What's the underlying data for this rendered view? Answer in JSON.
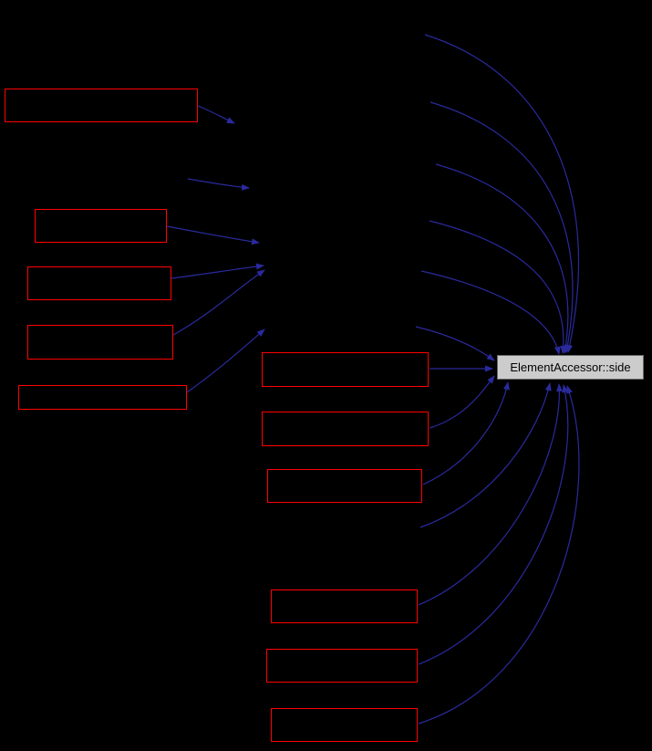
{
  "diagram": {
    "type": "call-graph",
    "highlighted_node": {
      "label": "ElementAccessor::side"
    },
    "unlabeled_caller_nodes": 11,
    "colors": {
      "background": "#000000",
      "node_border": "#ff0000",
      "edge": "#2a2a9e",
      "highlight_fill": "#cccccc",
      "highlight_border": "#6a6a6a",
      "highlight_text": "#000000"
    }
  }
}
